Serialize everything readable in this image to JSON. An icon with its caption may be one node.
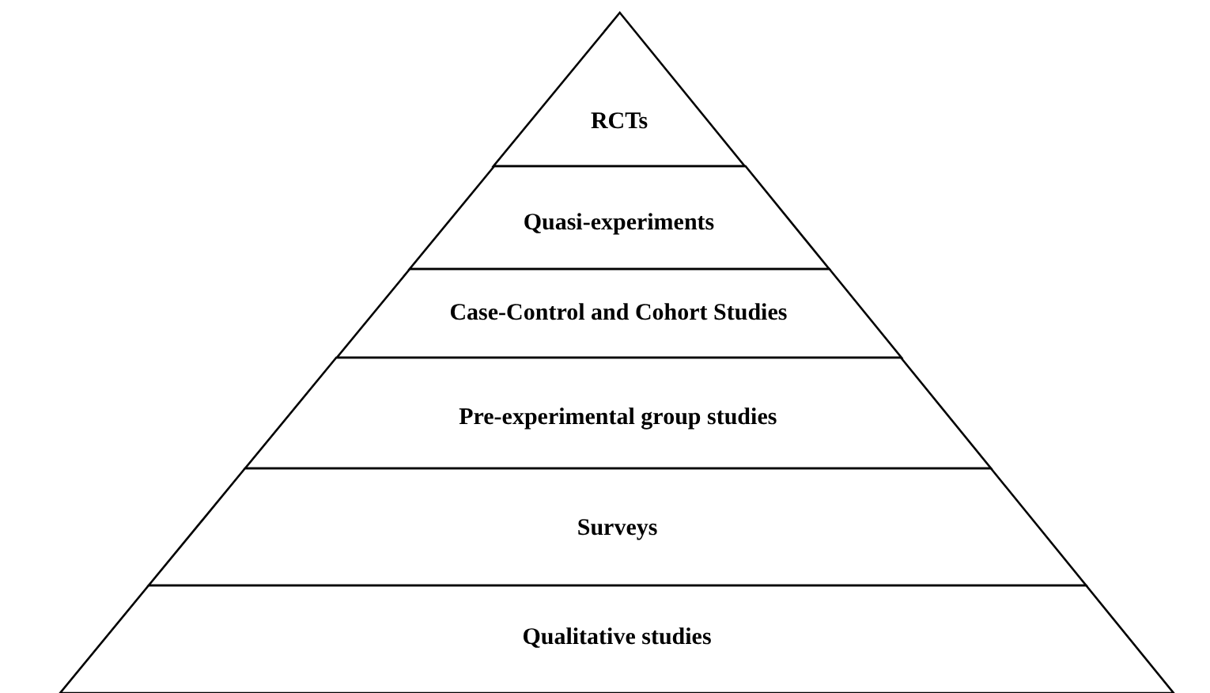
{
  "diagram": {
    "nodes": [
      {
        "text": [
          "RCTs"
        ]
      },
      {
        "text": [
          "Quasi-experiments"
        ]
      },
      {
        "text": [
          "Case-Control and Cohort Studies"
        ]
      },
      {
        "text": [
          "Pre-experimental group studies"
        ]
      },
      {
        "text": [
          "Surveys"
        ]
      },
      {
        "text": [
          "Qualitative studies"
        ]
      }
    ]
  }
}
